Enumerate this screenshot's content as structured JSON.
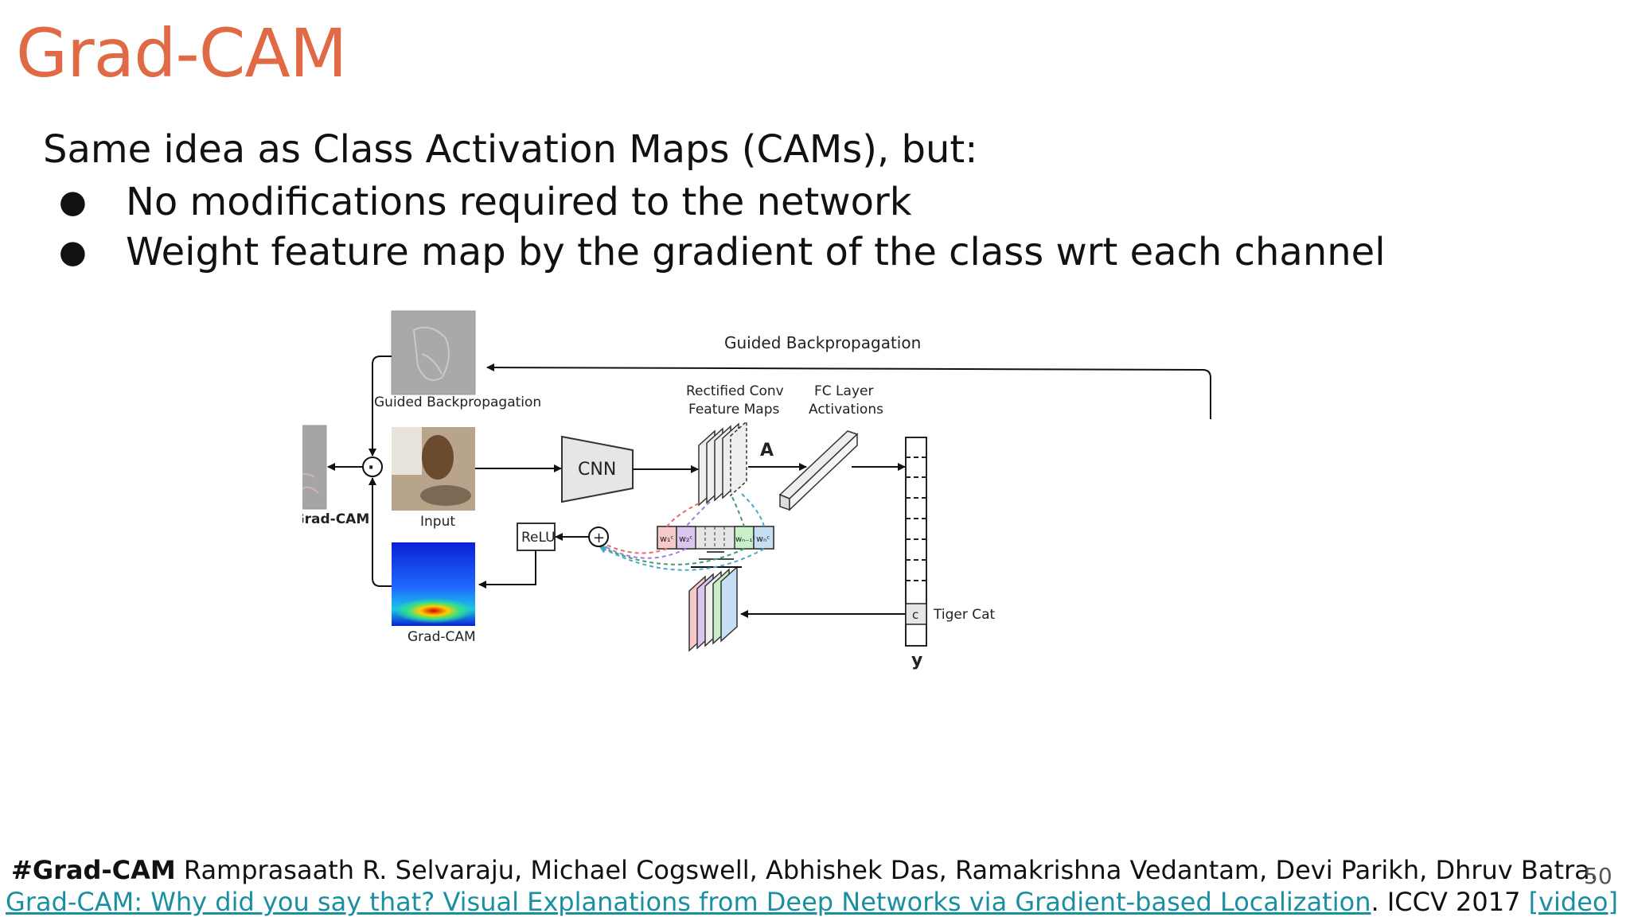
{
  "slide": {
    "title": "Grad-CAM",
    "intro": "Same idea as Class Activation Maps (CAMs), but:",
    "bullets": [
      "No modifications required to the network",
      "Weight feature map by the gradient of the class wrt each channel"
    ],
    "page_number": "50"
  },
  "diagram": {
    "labels": {
      "guided_backprop_top": "Guided Backpropagation",
      "guided_backprop_image": "Guided Backpropagation",
      "guided_gradcam": "Guided Grad-CAM",
      "input": "Input",
      "gradcam": "Grad-CAM",
      "cnn": "CNN",
      "relu": "ReLU",
      "rectified_line1": "Rectified Conv",
      "rectified_line2": "Feature Maps",
      "fc_line1": "FC Layer",
      "fc_line2": "Activations",
      "a": "A",
      "y": "y",
      "c": "c",
      "tiger_cat": "Tiger Cat",
      "plus": "+",
      "dot": "·",
      "w1": "w₁ᶜ",
      "w2": "w₂ᶜ",
      "wn1": "wₙ₋₁ᶜ",
      "wn": "wₙᶜ"
    },
    "colors": {
      "w1": "#f7c9c9",
      "w2": "#dcc6f0",
      "wn1": "#c9efc9",
      "wn": "#c6dff5",
      "dash_red": "#e06b6b",
      "dash_purple": "#a77be0",
      "dash_green": "#3aa06a",
      "dash_blue": "#4aa8c8"
    }
  },
  "footer": {
    "tag": "#Grad-CAM",
    "authors": " Ramprasaath R. Selvaraju, Michael Cogswell, Abhishek Das, Ramakrishna Vedantam, Devi Parikh, Dhruv Batra.",
    "paper_link": "Grad-CAM: Why did you say that? Visual Explanations from Deep Networks via Gradient-based Localization",
    "venue": ". ICCV 2017 ",
    "video_link": "[video]"
  }
}
